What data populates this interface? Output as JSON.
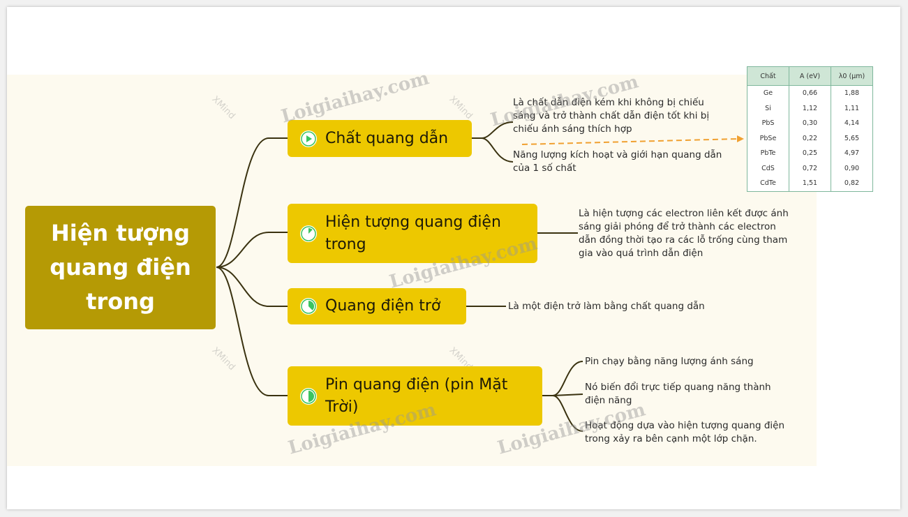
{
  "root": {
    "label": "Hiện tượng quang điện trong"
  },
  "branches": [
    {
      "label": "Chất quang dẫn",
      "icon": "play-icon",
      "leaves": [
        "Là chất dẫn điện kém khi không bị chiếu sáng và trở thành chất dẫn điện tốt khi bị chiếu ánh sáng thích hợp",
        "Năng lượng kích hoạt và giới hạn quang dẫn của 1 số chất"
      ]
    },
    {
      "label": "Hiện tượng quang điện trong",
      "icon": "progress-1-8-icon",
      "leaves": [
        "Là hiện tượng các electron liên kết được ánh sáng giải phóng để trở thành các electron dẫn đồng thời tạo ra các lỗ trống cùng tham gia vào quá trình dẫn điện"
      ]
    },
    {
      "label": "Quang điện trở",
      "icon": "progress-3-8-icon",
      "leaves": [
        "Là một điện trở làm bằng chất quang dẫn"
      ]
    },
    {
      "label": "Pin quang điện (pin Mặt Trời)",
      "icon": "progress-half-icon",
      "leaves": [
        "Pin chạy bằng năng lượng ánh sáng",
        "Nó biến đổi trực tiếp quang năng thành điện năng",
        "Hoạt động dựa vào hiện tượng quang điện trong xảy ra bên cạnh một lớp chặn."
      ]
    }
  ],
  "table": {
    "headers": [
      "Chất",
      "A (eV)",
      "λ0 (μm)"
    ],
    "rows": [
      [
        "Ge",
        "0,66",
        "1,88"
      ],
      [
        "Si",
        "1,12",
        "1,11"
      ],
      [
        "PbS",
        "0,30",
        "4,14"
      ],
      [
        "PbSe",
        "0,22",
        "5,65"
      ],
      [
        "PbTe",
        "0,25",
        "4,97"
      ],
      [
        "CdS",
        "0,72",
        "0,90"
      ],
      [
        "CdTe",
        "1,51",
        "0,82"
      ]
    ]
  },
  "watermark": "Loigiaihay.com",
  "xmind_watermark": "XMind",
  "colors": {
    "root": "#b59a05",
    "node": "#edc800",
    "arrow": "#f0a030",
    "icon": "#3cc45f"
  }
}
